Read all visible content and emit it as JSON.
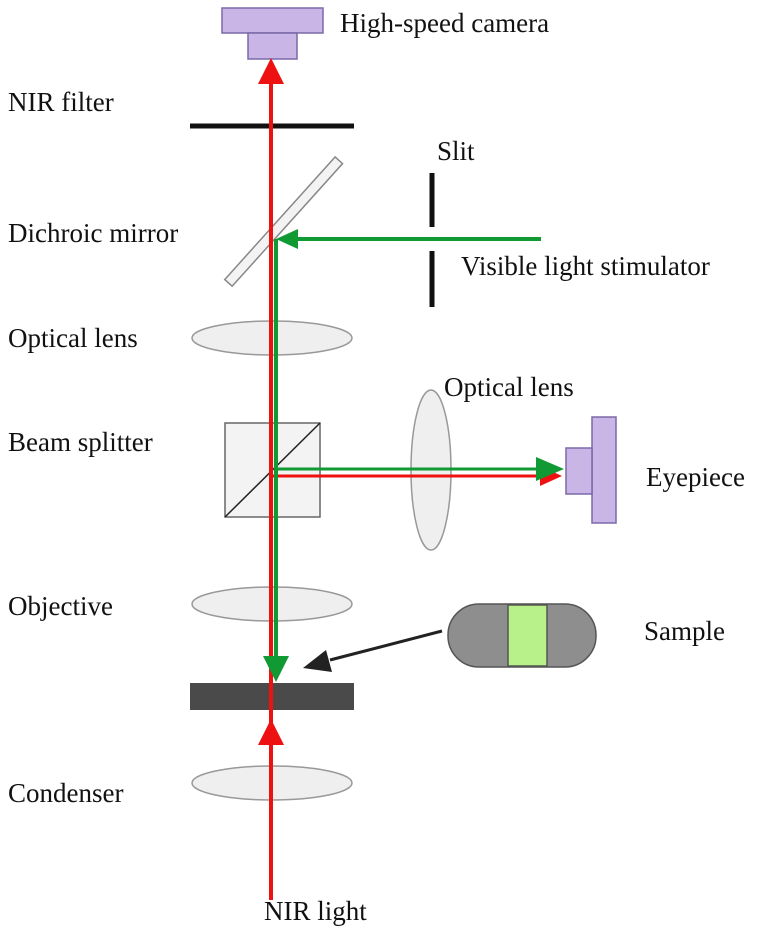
{
  "labels": {
    "camera": "High-speed camera",
    "nir_filter": "NIR filter",
    "slit": "Slit",
    "dichroic": "Dichroic mirror",
    "visible_stim": "Visible light stimulator",
    "optical_lens_left": "Optical lens",
    "optical_lens_right": "Optical lens",
    "beam_splitter": "Beam splitter",
    "eyepiece": "Eyepiece",
    "objective": "Objective",
    "sample": "Sample",
    "condenser": "Condenser",
    "nir_light": "NIR light"
  },
  "colors": {
    "nir_beam": "#ee1111",
    "visible_beam": "#119933",
    "device_fill": "#c9b5e6",
    "device_stroke": "#7b68a8",
    "lens_fill": "#efefef",
    "lens_stroke": "#999999",
    "stage": "#4a4a4a",
    "sample_body": "#8e8e8e",
    "sample_center": "#b8f08a",
    "pointer": "#222222"
  }
}
